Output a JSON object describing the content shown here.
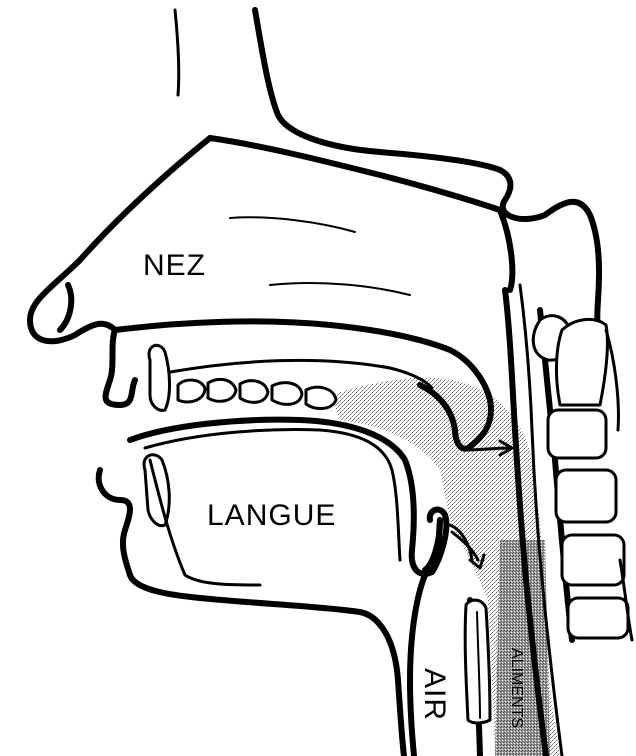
{
  "labels": {
    "nose": "NEZ",
    "tongue": "LANGUE",
    "air": "AIR",
    "food": "ALIMENTS"
  },
  "colors": {
    "ink": "#000000",
    "paper": "#ffffff",
    "stipple": "#b8b8b8"
  }
}
